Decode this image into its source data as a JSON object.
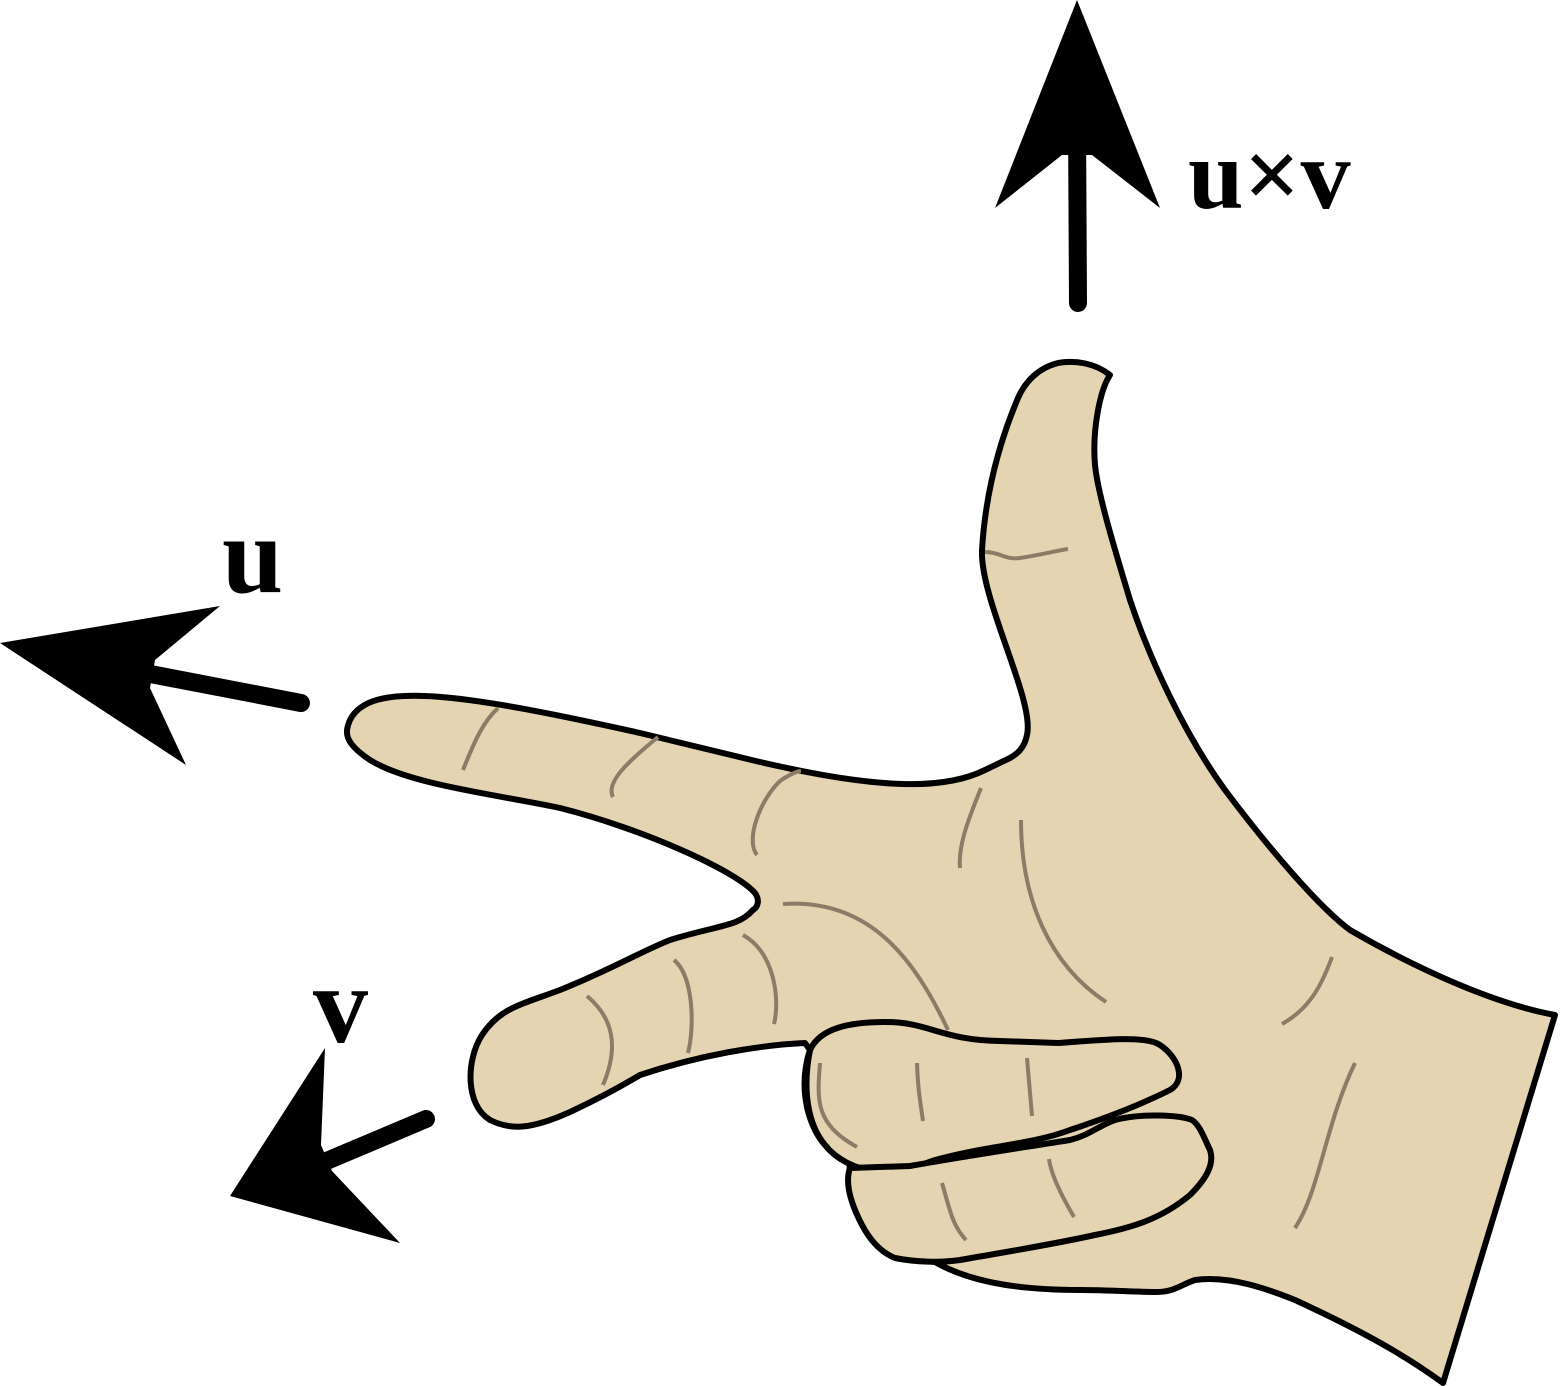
{
  "labels": {
    "cross_product": "u×v",
    "u": "u",
    "v": "v"
  },
  "colors": {
    "skin": "#e4d4b2",
    "outline": "#000000",
    "crease": "#8a7c66",
    "arrow": "#000000",
    "background": "#ffffff"
  }
}
